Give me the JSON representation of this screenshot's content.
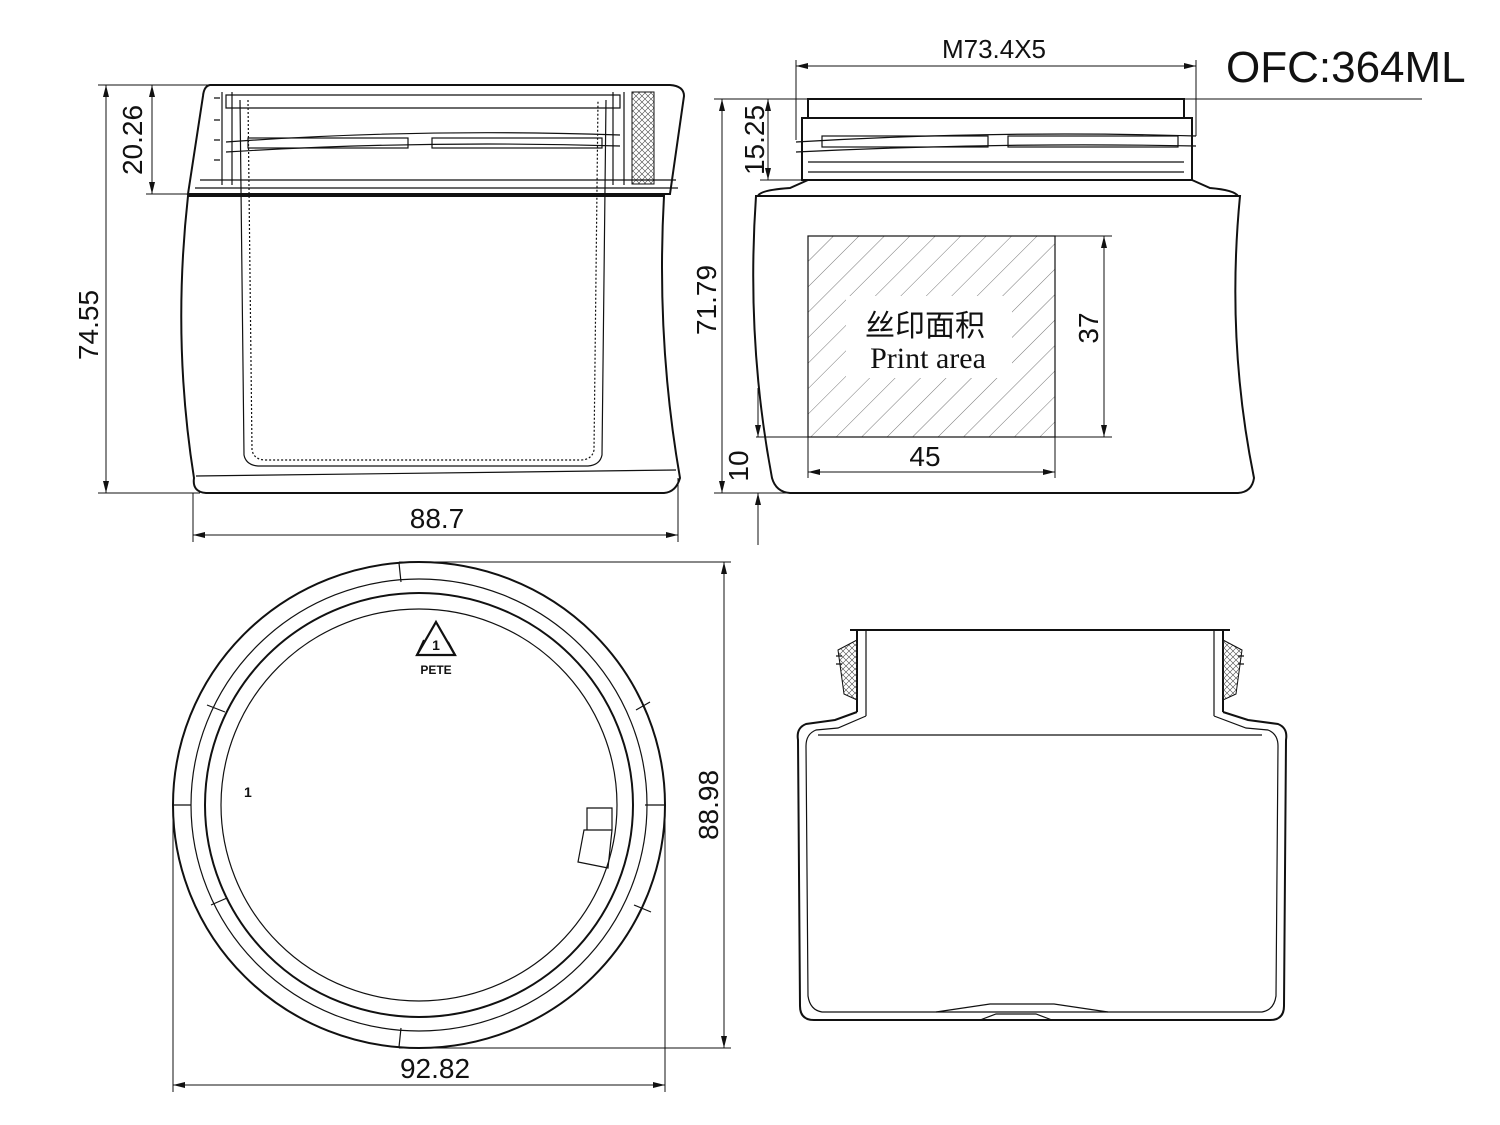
{
  "capacity": "OFC:364ML",
  "thread_spec": "M73.4X5",
  "front_view": {
    "cap_height": "20.26",
    "total_height": "74.55",
    "width": "88.7"
  },
  "side_view": {
    "neck_height": "15.25",
    "body_height": "71.79",
    "print_area_cn": "丝印面积",
    "print_area_en": "Print area",
    "print_width": "45",
    "print_height": "37",
    "bottom_offset": "10"
  },
  "top_view": {
    "recycle_number": "1",
    "recycle_code": "PETE",
    "mark": "1",
    "diameter_h": "92.82",
    "diameter_v": "88.98"
  }
}
